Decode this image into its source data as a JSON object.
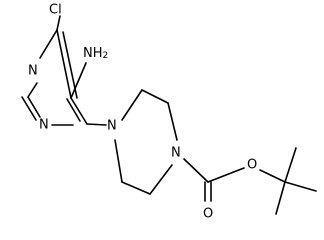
{
  "molecule": {
    "atoms": {
      "cl": "Cl",
      "nh2_n": "NH",
      "nh2_sub": "2",
      "n_pyr_top": "N",
      "n_pyr_bottom": "N",
      "n_pip_left": "N",
      "n_pip_right": "N",
      "o_carbonyl": "O",
      "o_ester": "O"
    }
  }
}
